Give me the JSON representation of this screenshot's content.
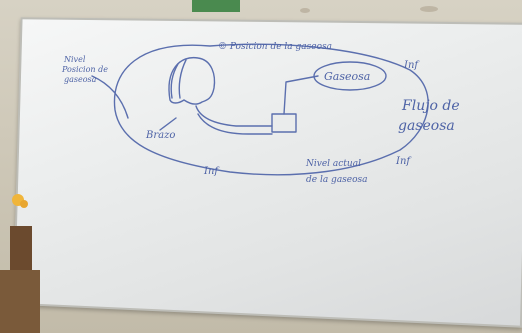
{
  "board": {
    "label_note_top": "© Posicion de la gaseosa",
    "label_nivel_pos": [
      "Nivel",
      "Posicion de",
      "gaseosa"
    ],
    "label_gaseosa": "Gaseosa",
    "label_inf_top": "Inf",
    "label_flujo": [
      "Flujo de",
      "gaseosa"
    ],
    "label_inf_right": "Inf",
    "label_nivel_actual": [
      "Nivel actual",
      "de la gaseosa"
    ],
    "label_inf_bottom": "Inf",
    "label_brazo": "Brazo"
  }
}
